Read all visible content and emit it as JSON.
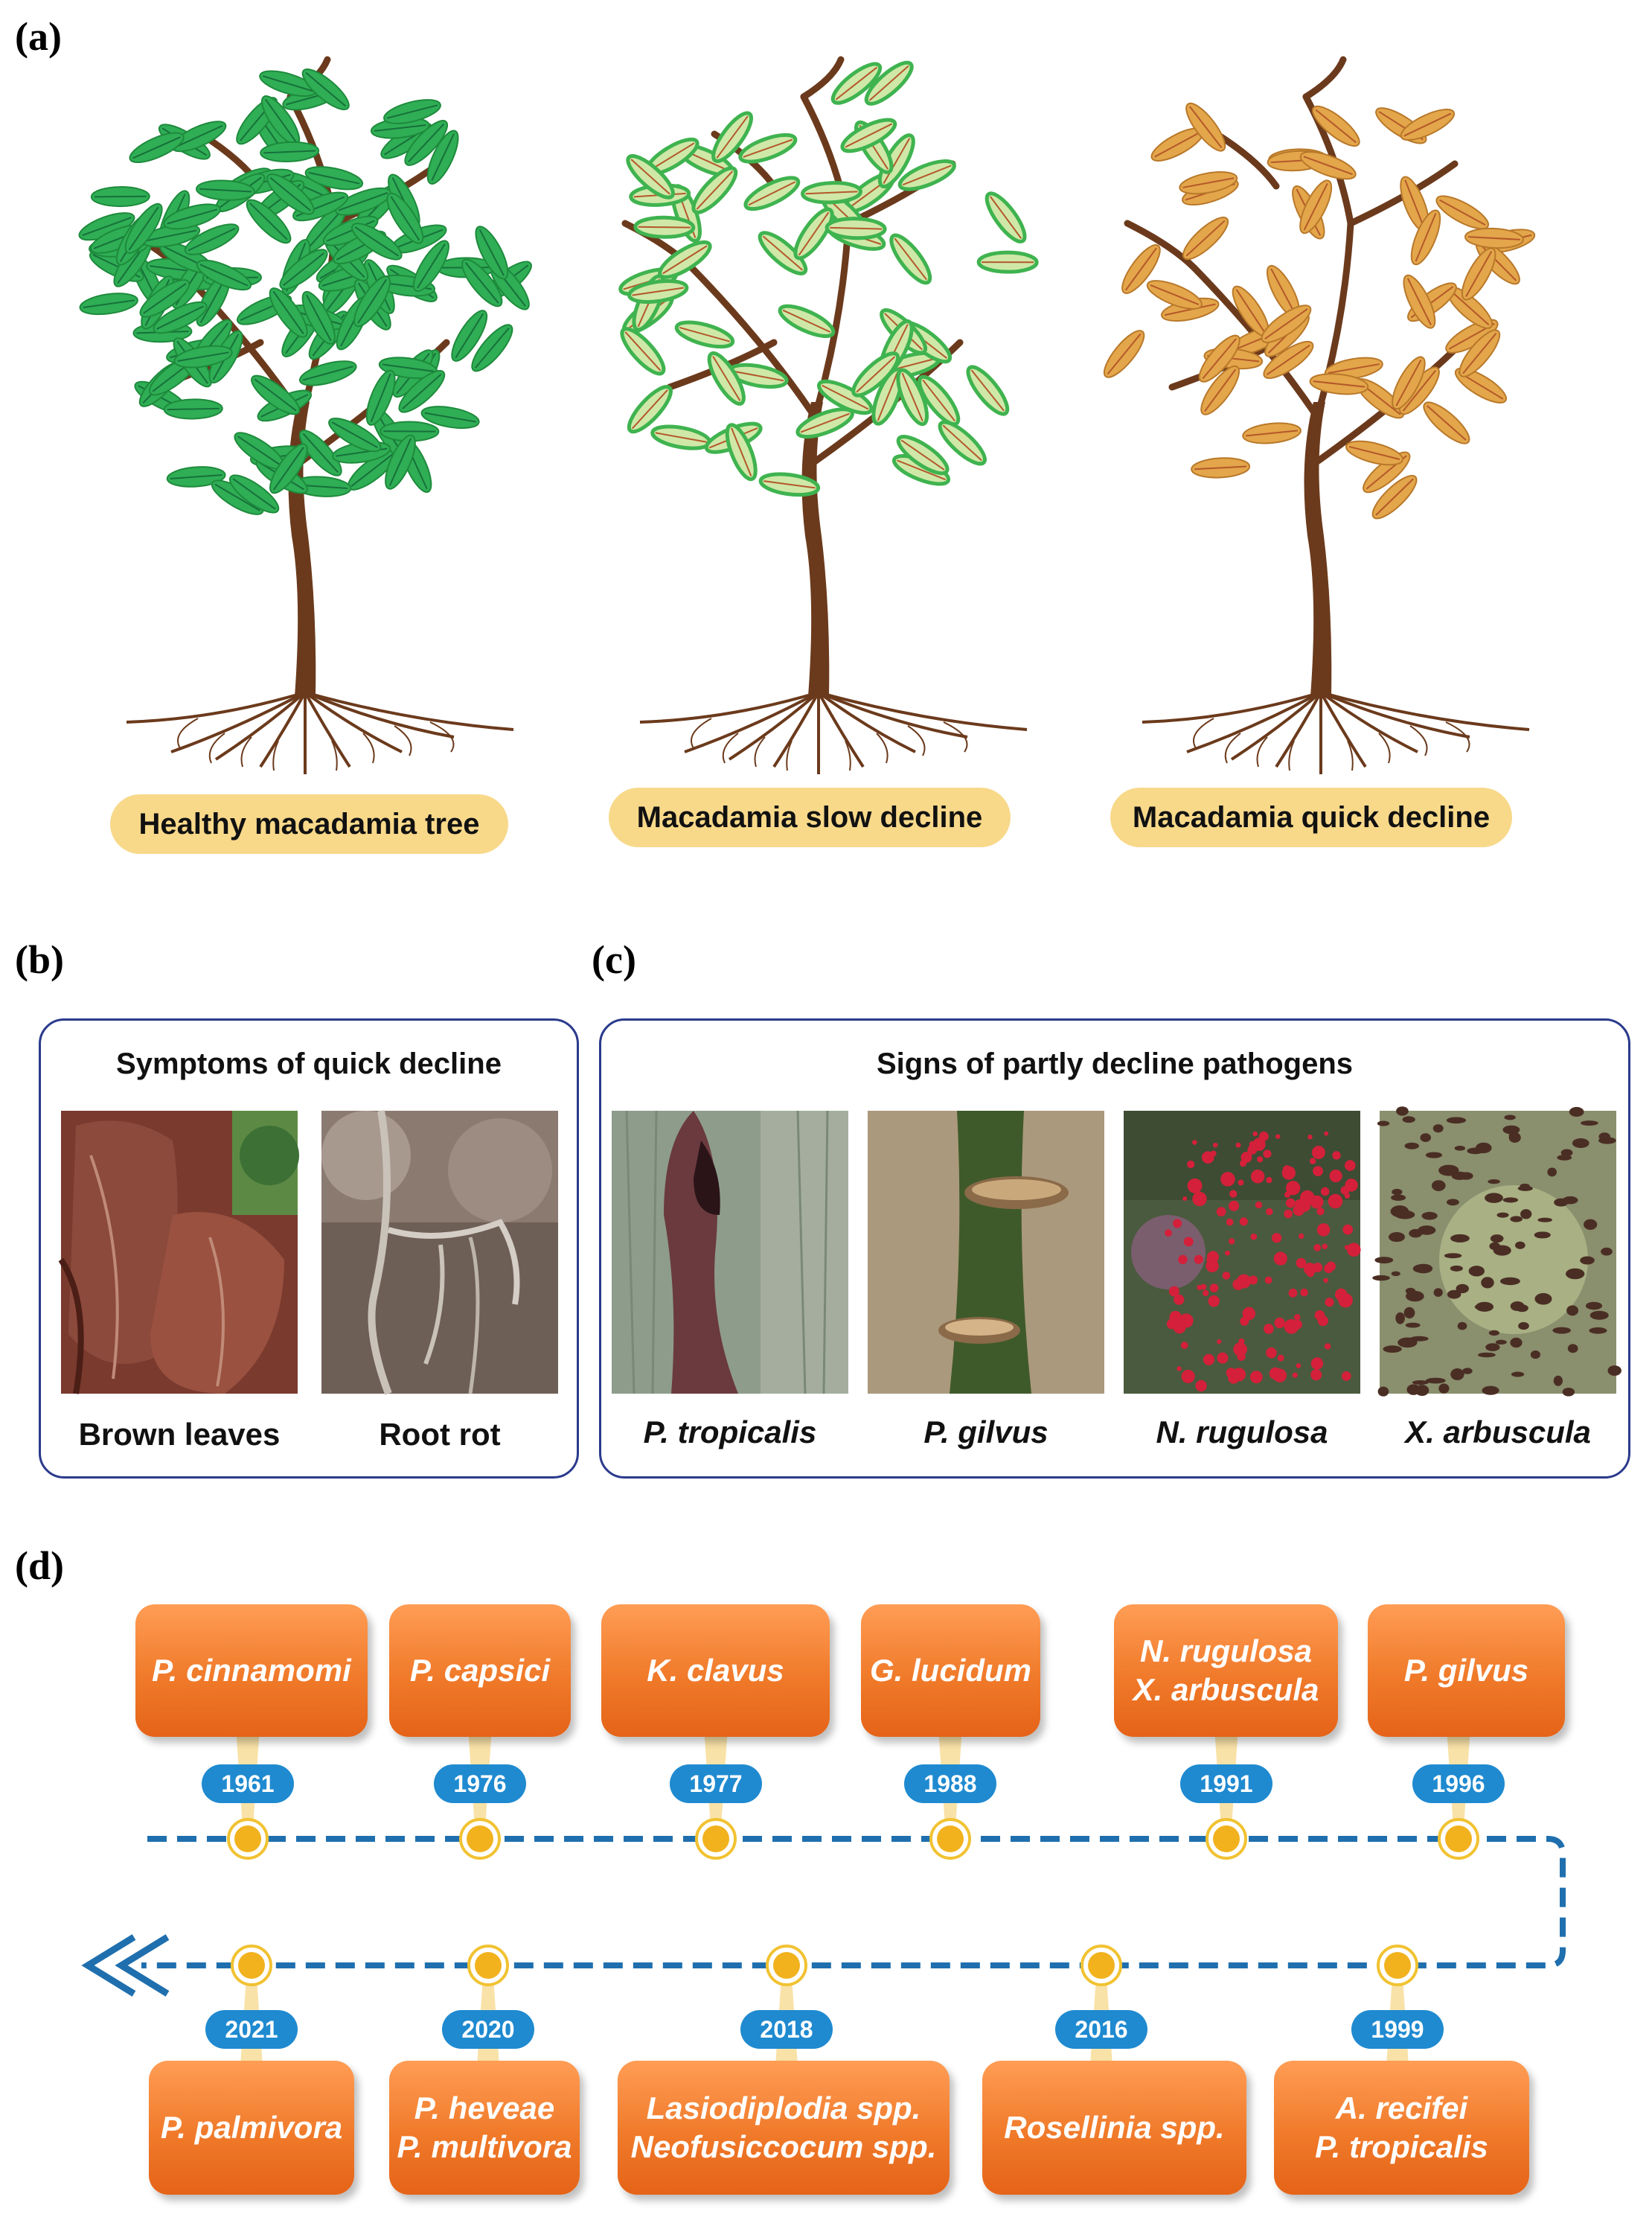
{
  "panels": {
    "a": "(a)",
    "b": "(b)",
    "c": "(c)",
    "d": "(d)"
  },
  "trees": [
    {
      "label": "Healthy macadamia tree",
      "leaf_color": "#2fae55",
      "leaf_edge": "#1e8a3c"
    },
    {
      "label": "Macadamia slow decline",
      "leaf_color": "#cfe8a8",
      "leaf_edge": "#3fb34f"
    },
    {
      "label": "Macadamia quick decline",
      "leaf_color": "#e3a64a",
      "leaf_edge": "#b8782a"
    }
  ],
  "symptoms": {
    "title": "Symptoms of quick decline",
    "items": [
      "Brown leaves",
      "Root rot"
    ]
  },
  "signs": {
    "title": "Signs of partly decline pathogens",
    "items": [
      "P. tropicalis",
      "P. gilvus",
      "N. rugulosa",
      "X. arbuscula"
    ]
  },
  "timeline": {
    "top": [
      {
        "year": "1961",
        "lines": [
          "P. cinnamomi"
        ]
      },
      {
        "year": "1976",
        "lines": [
          "P. capsici"
        ]
      },
      {
        "year": "1977",
        "lines": [
          "K. clavus"
        ]
      },
      {
        "year": "1988",
        "lines": [
          "G. lucidum"
        ]
      },
      {
        "year": "1991",
        "lines": [
          "N. rugulosa",
          "X. arbuscula"
        ]
      },
      {
        "year": "1996",
        "lines": [
          "P. gilvus"
        ]
      }
    ],
    "bottom": [
      {
        "year": "2021",
        "lines": [
          "P. palmivora"
        ]
      },
      {
        "year": "2020",
        "lines": [
          "P. heveae",
          "P. multivora"
        ]
      },
      {
        "year": "2018",
        "lines": [
          "Lasiodiplodia spp.",
          "Neofusiccocum spp."
        ]
      },
      {
        "year": "2016",
        "lines": [
          "Rosellinia spp."
        ]
      },
      {
        "year": "1999",
        "lines": [
          "A. recifei",
          "P. tropicalis"
        ]
      }
    ]
  },
  "colors": {
    "trunk": "#6b3a1c",
    "timeline_line": "#1f6fae",
    "year_badge": "#1f8ad0",
    "card": "#f07a2a",
    "pill": "#f8d98a",
    "frame": "#2b3a8c"
  }
}
